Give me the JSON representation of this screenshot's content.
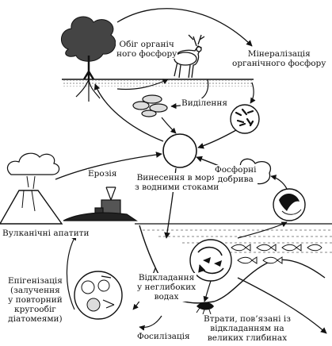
{
  "labels": {
    "organic_cycle": [
      "Обіг органіч",
      "ного фосфору"
    ],
    "mineralization": [
      "Мінералізація",
      "органічного фосфору"
    ],
    "excretion": "Виділення",
    "erosion": "Ерозія",
    "runoff": [
      "Винесення в моря",
      "з водними стоками"
    ],
    "fertilizers": [
      "Фосфорні",
      "добрива"
    ],
    "volcanic": "Вулканічні апатити",
    "epigenization": [
      "Епігенізація",
      "(залучення",
      "у повторний",
      "кругообіг",
      "діатомеями)"
    ],
    "shallow": [
      "Відкладання",
      "у неглибоких",
      "водах"
    ],
    "fossilization": "Фосилізація",
    "losses": [
      "Втрати, пов’язані із",
      "відкладанням на",
      "великих глибинах"
    ]
  },
  "colors": {
    "ink": "#111111",
    "paper": "#ffffff",
    "water": "#f0f0f0"
  }
}
